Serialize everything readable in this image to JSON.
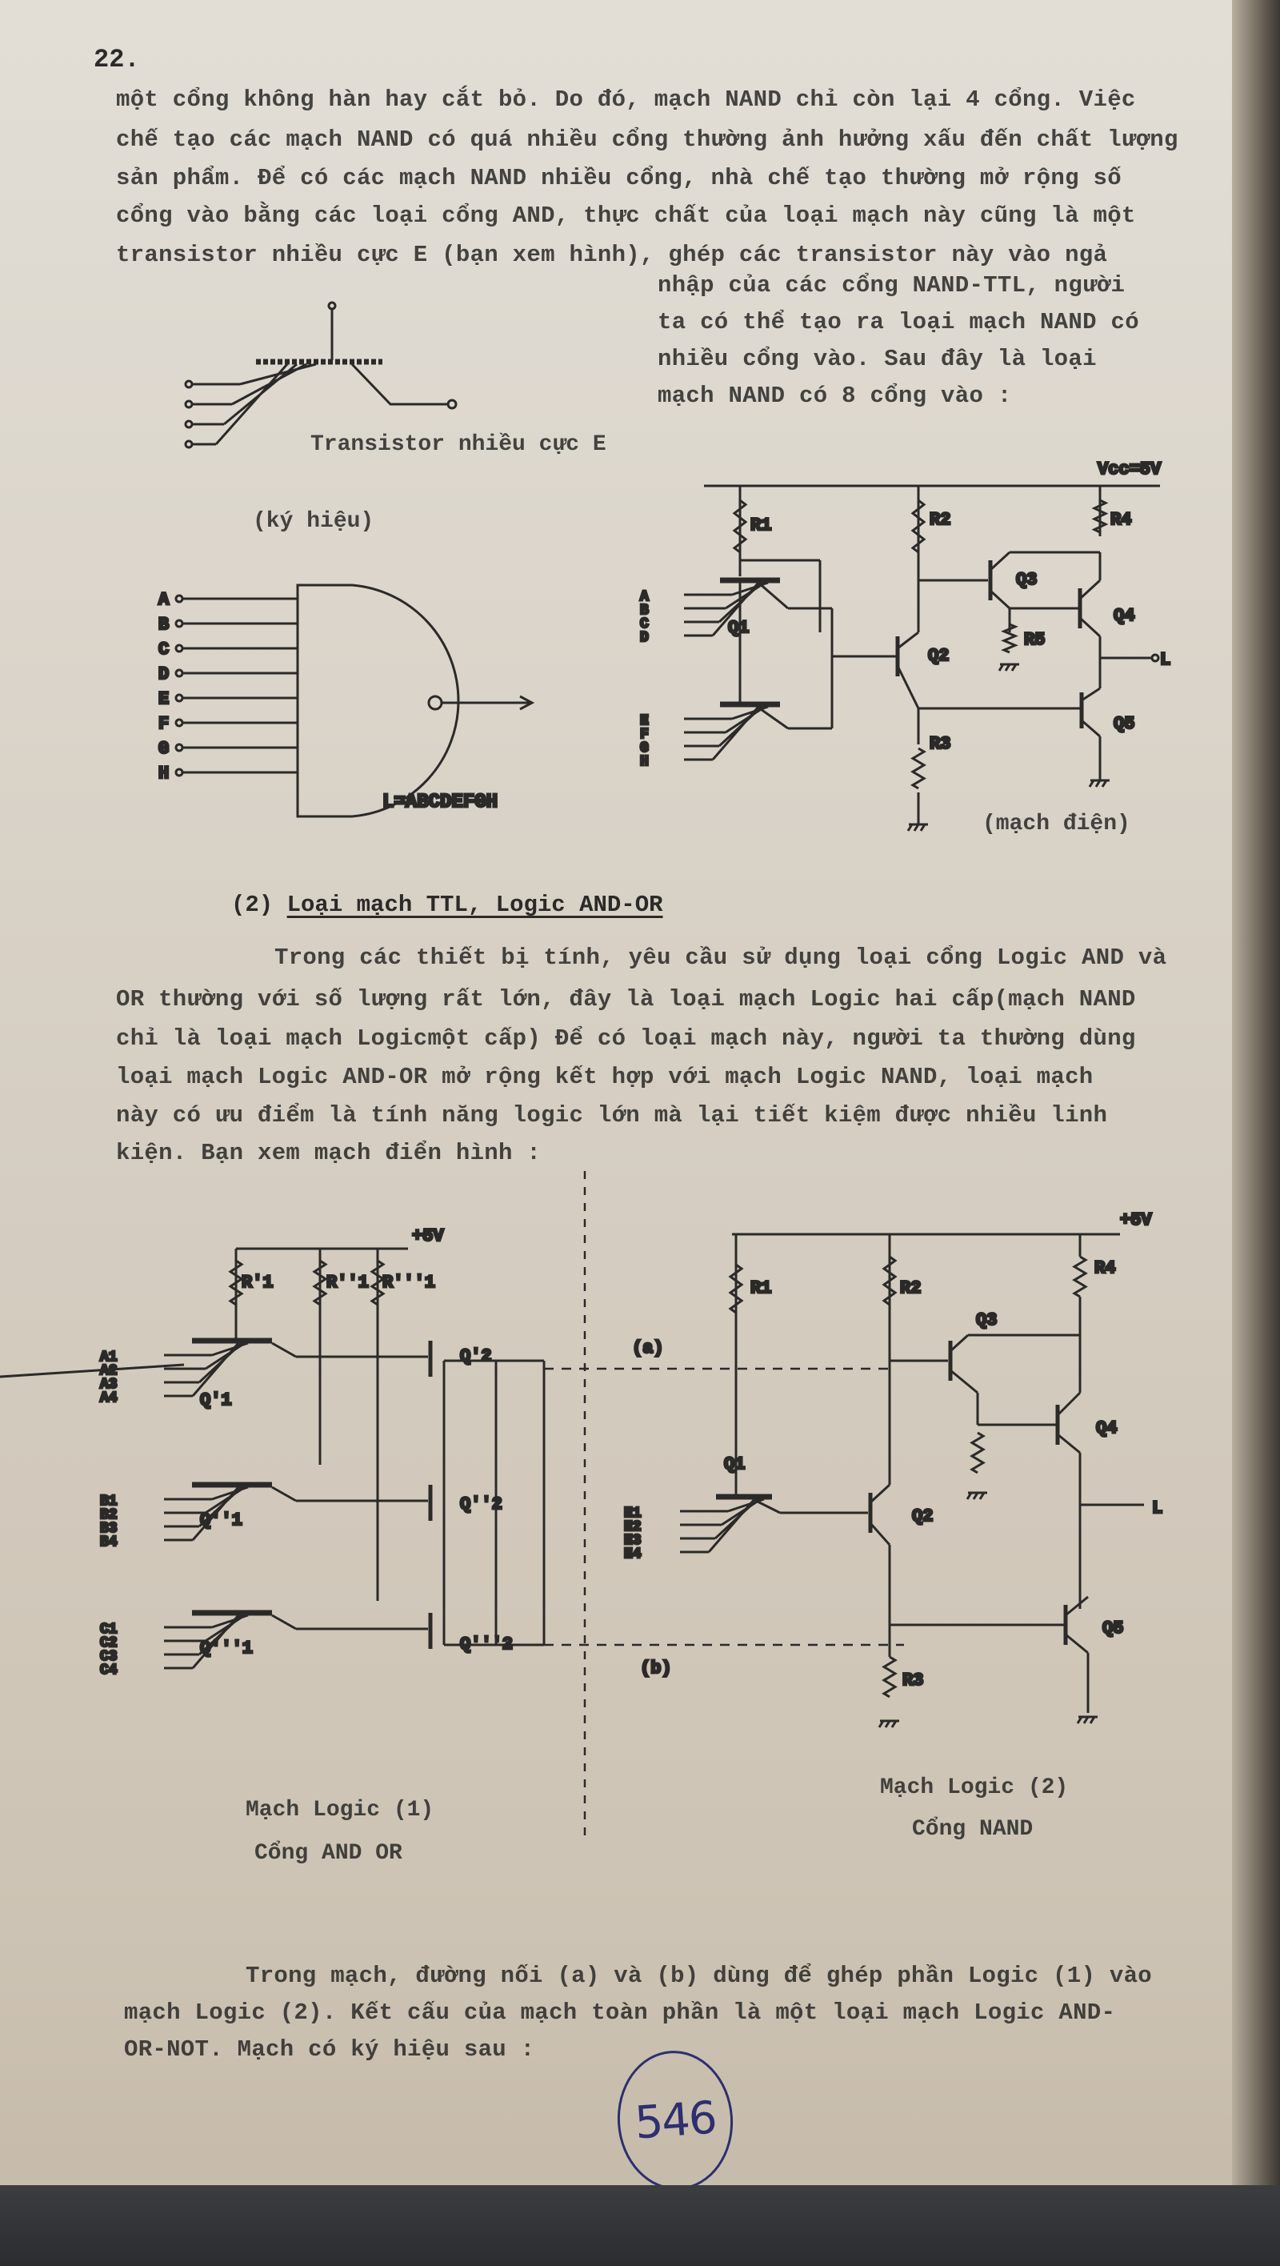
{
  "page_number": "22.",
  "para1": {
    "lines": [
      "một cổng không hàn hay cắt bỏ. Do đó, mạch NAND chỉ còn lại 4 cổng. Việc",
      "chế tạo các mạch NAND có quá nhiều cổng thường ảnh hưởng xấu đến chất lượng",
      "sản phẩm. Để có các mạch NAND nhiều cổng, nhà chế tạo thường mở rộng số",
      "cổng vào bằng các loại cổng AND, thực chất của loại mạch này cũng là một",
      "transistor nhiều cực E (bạn xem hình), ghép các transistor này vào ngả",
      "nhập của các cổng NAND-TTL, người",
      "ta có thể tạo ra loại mạch NAND có",
      "nhiều cổng vào. Sau đây là loại",
      "mạch NAND có 8 cổng vào :"
    ]
  },
  "fig_transistor": {
    "caption": "Transistor nhiều cực E"
  },
  "fig_symbol": {
    "caption": "(ký hiệu)",
    "inputs": [
      "A",
      "B",
      "C",
      "D",
      "E",
      "F",
      "G",
      "H"
    ],
    "output_label": "L=ABCDEFGH"
  },
  "fig_circuit": {
    "caption": "(mạch điện)",
    "vcc": "Vcc=5V",
    "labels": {
      "R1": "R1",
      "R2": "R2",
      "R4": "R4",
      "R5": "R5",
      "R3": "R3",
      "Q1": "Q1",
      "Q2": "Q2",
      "Q3": "Q3",
      "Q4": "Q4",
      "Q5": "Q5",
      "L": "L"
    },
    "inputs_top": [
      "A",
      "B",
      "C",
      "D"
    ],
    "inputs_bottom": [
      "E",
      "F",
      "G",
      "H"
    ]
  },
  "section2": {
    "number": "(2)",
    "title": "Loại mạch TTL, Logic AND-OR"
  },
  "para2": {
    "lines": [
      "Trong các thiết bị tính, yêu cầu sử dụng loại cổng Logic AND và",
      "OR thường với số lượng rất lớn, đây là loại mạch Logic hai cấp(mạch NAND",
      "chỉ là loại mạch Logicmột cấp) Để có loại mạch này, người ta thường dùng",
      "loại mạch Logic AND-OR mở rộng kết hợp với mạch Logic NAND, loại mạch",
      "này có ưu điểm là tính năng logic lớn mà lại tiết kiệm được nhiều linh",
      "kiện. Bạn xem mạch điển hình :"
    ]
  },
  "fig_logic1": {
    "caption_1": "Mạch Logic (1)",
    "caption_2": "Cổng AND OR",
    "vcc": "+5V",
    "labels": {
      "R1a": "R'1",
      "R1b": "R''1",
      "R1c": "R'''1",
      "Q1a": "Q'1",
      "Q1b": "Q''1",
      "Q1c": "Q'''1",
      "Q2a": "Q'2",
      "Q2b": "Q''2",
      "Q2c": "Q'''2"
    },
    "inputs_a": [
      "A1",
      "A2",
      "A3",
      "A4"
    ],
    "inputs_b": [
      "B1",
      "B2",
      "B3",
      "B4"
    ],
    "inputs_c": [
      "C1",
      "C2",
      "C3",
      "C4"
    ]
  },
  "fig_logic2": {
    "caption_1": "Mạch Logic (2)",
    "caption_2": "Cổng NAND",
    "vcc": "+5V",
    "link_a": "(a)",
    "link_b": "(b)",
    "labels": {
      "R1": "R1",
      "R2": "R2",
      "R4": "R4",
      "R3": "R3",
      "Q1": "Q1",
      "Q2": "Q2",
      "Q3": "Q3",
      "Q4": "Q4",
      "Q5": "Q5",
      "L": "L"
    },
    "inputs": [
      "E1",
      "E2",
      "E3",
      "E4"
    ]
  },
  "para3": {
    "lines": [
      "Trong mạch, đường nối (a) và (b) dùng để ghép phần Logic (1) vào",
      "mạch Logic (2). Kết cấu của mạch toàn phần là một loại mạch Logic AND-",
      "OR-NOT. Mạch có ký hiệu sau :"
    ]
  },
  "stamp": {
    "text": "546"
  },
  "colors": {
    "paper": "#d8d1c6",
    "ink": "#2b2a28",
    "stamp_ink": "#2d2f6e"
  }
}
